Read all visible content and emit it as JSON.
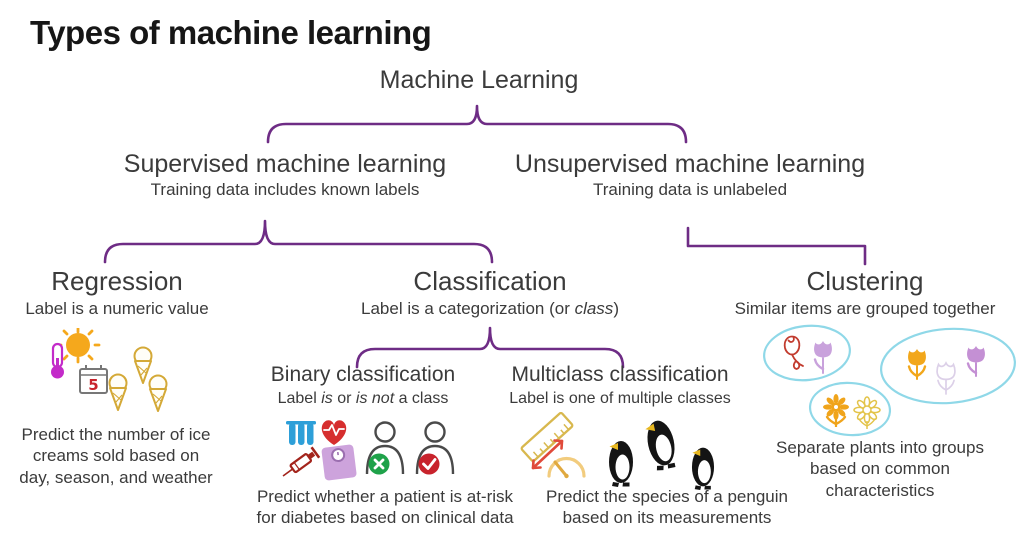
{
  "title": "Types of machine learning",
  "colors": {
    "accent_purple": "#6E2C85",
    "text": "#3B3B3B",
    "cluster_outline_blue": "#8FD8E8",
    "sun_orange": "#F5A81C",
    "thermometer_magenta": "#C32BC9",
    "ice_cream_gold": "#D4A937",
    "reject_green": "#1FA24A",
    "accept_red": "#C8232C"
  },
  "nodes": {
    "root": {
      "label": "Machine Learning"
    },
    "supervised": {
      "label": "Supervised machine learning",
      "sublabel": "Training data includes known labels"
    },
    "unsupervised": {
      "label": "Unsupervised machine learning",
      "sublabel": "Training data is unlabeled"
    },
    "regression": {
      "label": "Regression",
      "sublabel": "Label is a numeric value",
      "caption": [
        "Predict the number of ice",
        "creams sold based on",
        "day, season, and weather"
      ],
      "calendar_day": "5",
      "icons": [
        "thermometer-icon",
        "sun-icon",
        "calendar-icon",
        "ice-cream-icon"
      ]
    },
    "classification": {
      "label": "Classification",
      "sublabel_parts": {
        "p1": "Label is a categorization (or ",
        "italic": "class",
        "p2": ")"
      }
    },
    "binary": {
      "label": "Binary classification",
      "sublabel_parts": {
        "p1": "Label ",
        "i1": "is",
        "p2": " or ",
        "i2": "is not",
        "p3": " a class"
      },
      "caption": [
        "Predict whether a patient is at-risk",
        "for diabetes based on clinical data"
      ],
      "icons": [
        "test-tubes-icon",
        "heart-pulse-icon",
        "syringe-icon",
        "scale-icon",
        "person-reject-icon",
        "person-accept-icon"
      ]
    },
    "multiclass": {
      "label": "Multiclass classification",
      "sublabel": "Label is one of multiple classes",
      "caption": [
        "Predict the species of a penguin",
        "based on its measurements"
      ],
      "icons": [
        "ruler-icon",
        "measure-arrow-icon",
        "gauge-icon",
        "penguin-icon"
      ]
    },
    "clustering": {
      "label": "Clustering",
      "sublabel": "Similar items are grouped together",
      "caption": [
        "Separate plants into groups",
        "based on common",
        "characteristics"
      ],
      "icons": [
        "rose-icon",
        "tulip-icon",
        "sunflower-icon",
        "cluster-ellipse"
      ]
    }
  }
}
